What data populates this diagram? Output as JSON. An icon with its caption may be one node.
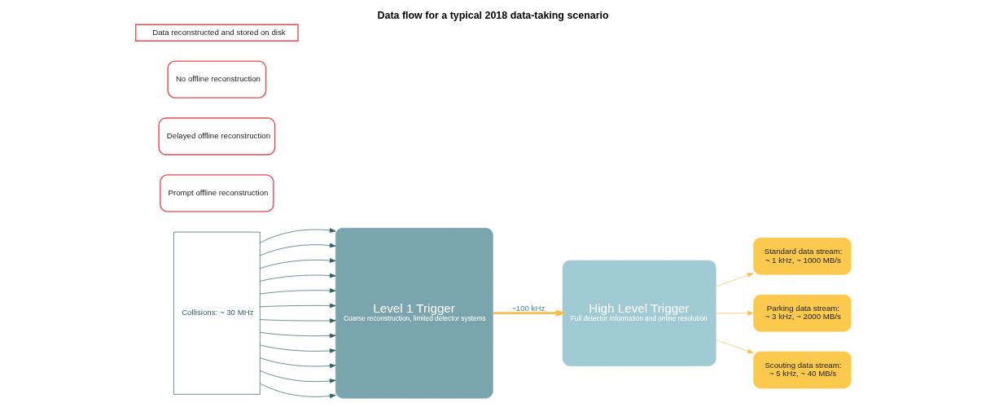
{
  "diagram": {
    "title": "Data flow for a typical 2018 data-taking scenario",
    "nodes": [
      {
        "text": [
          "Collisions: ~ 30 MHz"
        ]
      },
      {
        "text": [
          "Level 1 Trigger",
          "Coarse reconstruction, limited detector systems"
        ]
      },
      {
        "text": [
          "High Level Trigger",
          "Full detector information and online resolution"
        ]
      },
      {
        "text": [
          "Standard data stream:",
          "~ 1 kHz, ~ 1000 MB/s"
        ]
      },
      {
        "text": [
          "Prompt offline reconstruction"
        ]
      },
      {
        "text": [
          "Parking data stream:",
          "~ 3 kHz, ~ 2000 MB/s"
        ]
      },
      {
        "text": [
          "Delayed offline reconstruction"
        ]
      },
      {
        "text": [
          "Scouting data stream:",
          "~ 5 kHz, ~ 40 MB/s"
        ]
      },
      {
        "text": [
          "No offline reconstruction"
        ]
      },
      {
        "text": [
          "Data reconstructed and stored on disk"
        ]
      }
    ],
    "edges": [
      {
        "from": 0,
        "to": 1,
        "arrow": "to"
      },
      {
        "from": 0,
        "to": 1,
        "arrow": "to"
      },
      {
        "from": 0,
        "to": 1,
        "arrow": "to"
      },
      {
        "from": 0,
        "to": 1,
        "arrow": "to"
      },
      {
        "from": 0,
        "to": 1,
        "arrow": "to"
      },
      {
        "from": 0,
        "to": 1,
        "arrow": "to"
      },
      {
        "from": 0,
        "to": 1,
        "arrow": "to"
      },
      {
        "from": 0,
        "to": 1,
        "arrow": "to"
      },
      {
        "from": 0,
        "to": 1,
        "arrow": "to"
      },
      {
        "from": 0,
        "to": 1,
        "arrow": "to"
      },
      {
        "from": 0,
        "to": 1,
        "arrow": "to"
      },
      {
        "from": 0,
        "to": 1,
        "arrow": "to"
      },
      {
        "from": 1,
        "to": 2,
        "arrow": "to",
        "label": "~100 kHz",
        "style": "thick",
        "color": "#f5c04a"
      },
      {
        "from": 2,
        "to": 3,
        "arrow": "to",
        "color": "#f5c04a"
      },
      {
        "from": 2,
        "to": 5,
        "arrow": "to",
        "color": "#f5c04a"
      },
      {
        "from": 2,
        "to": 7,
        "arrow": "to",
        "color": "#f5c04a"
      }
    ]
  }
}
